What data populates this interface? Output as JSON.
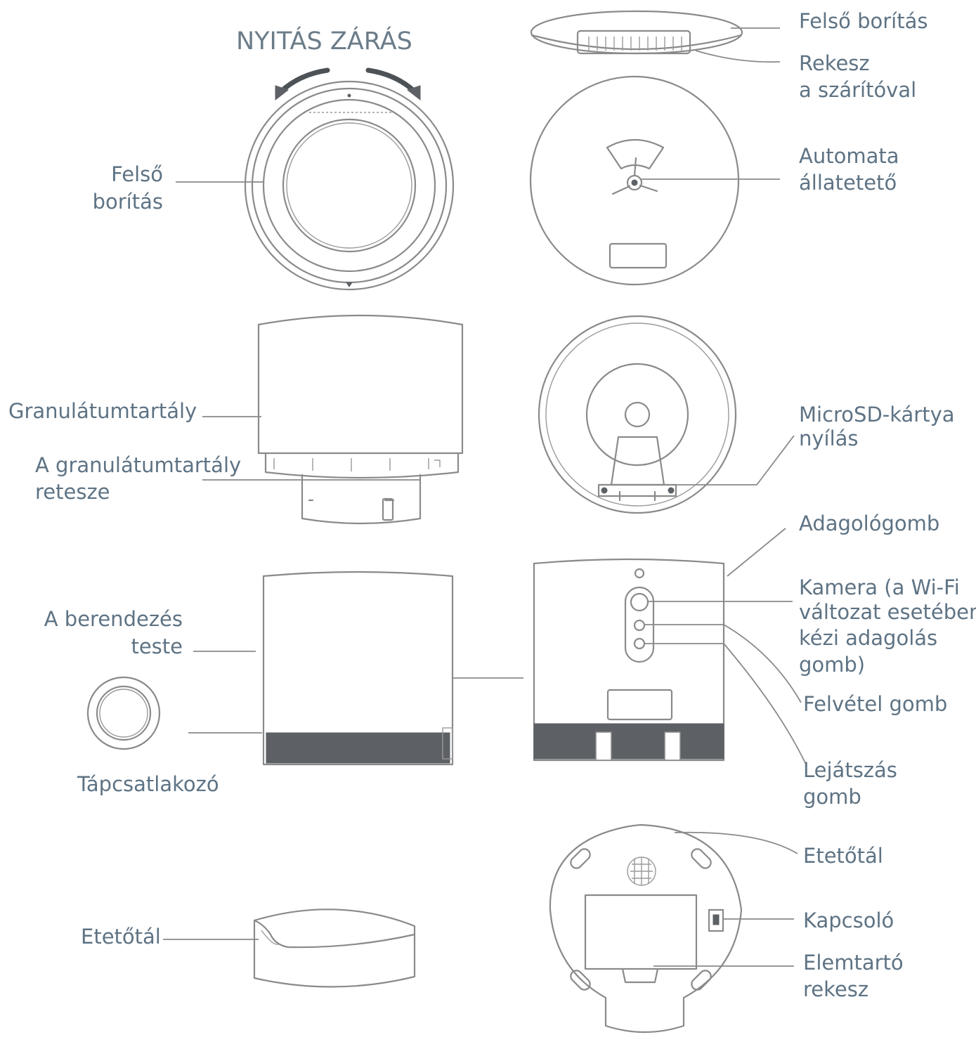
{
  "title": "NYITÁS ZÁRÁS",
  "labels": {
    "top_cover_right": "Felső borítás",
    "compartment": [
      "Rekesz",
      "a szárítóval"
    ],
    "auto_feeder": [
      "Automata",
      "állatetető"
    ],
    "top_cover_left": [
      "Felső",
      "borítás"
    ],
    "granule_tank": "Granulátumtartály",
    "granule_latch": [
      "A granulátumtartály",
      "retesze"
    ],
    "microsd": [
      "MicroSD-kártya",
      "nyílás"
    ],
    "dispense_button": "Adagológomb",
    "camera": [
      "Kamera (a Wi-Fi",
      "változat esetében",
      "kézi adagolás",
      "gomb)"
    ],
    "body": [
      "A berendezés",
      "teste"
    ],
    "record_button": "Felvétel gomb",
    "power_connector": "Tápcsatlakozó",
    "playback_button": [
      "Lejátszás",
      "gomb"
    ],
    "bowl_right": "Etetőtál",
    "bowl_left": "Etetőtál",
    "switch": "Kapcsoló",
    "battery": [
      "Elemtartó",
      "rekesz"
    ]
  },
  "colors": {
    "label_text": "#5e7384",
    "line_art": "#8a8a8a",
    "dark_band": "#5d6165"
  }
}
